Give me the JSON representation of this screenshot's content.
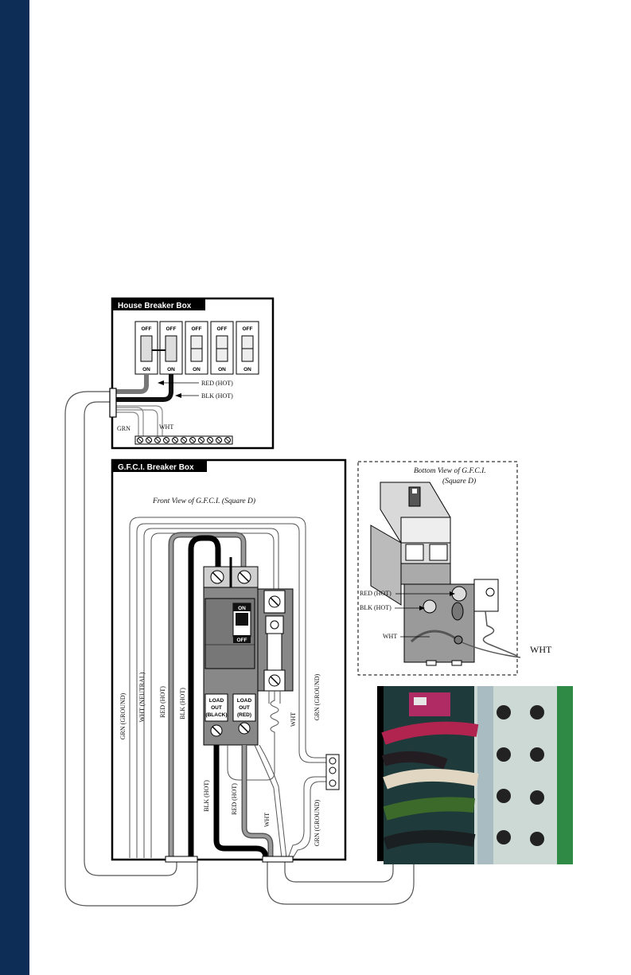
{
  "house_box": {
    "title": "House Breaker Box",
    "breakers": [
      {
        "top": "OFF",
        "bottom": "ON"
      },
      {
        "top": "OFF",
        "bottom": "ON"
      },
      {
        "top": "OFF",
        "bottom": "ON"
      },
      {
        "top": "OFF",
        "bottom": "ON"
      },
      {
        "top": "OFF",
        "bottom": "ON"
      }
    ],
    "labels": {
      "red": "RED (HOT)",
      "blk": "BLK (HOT)",
      "grn": "GRN",
      "wht": "WHT"
    }
  },
  "gfci_box": {
    "title": "G.F.C.I. Breaker Box",
    "front_caption": "Front View of G.F.C.I. (Square D)",
    "breaker_on": "ON",
    "breaker_off": "OFF",
    "load_black": [
      "LOAD",
      "OUT",
      "(BLACK)"
    ],
    "load_red": [
      "LOAD",
      "OUT",
      "(RED)"
    ],
    "wire_labels": {
      "grn_ground": "GRN (GROUND)",
      "wht_neutral": "WHT (NEUTRAL)",
      "red_hot": "RED (HOT)",
      "blk_hot": "BLK (HOT)",
      "wht": "WHT",
      "grn_ground_right": "GRN (GROUND)",
      "blk_hot_lower": "BLK (HOT)",
      "red_hot_lower": "RED (HOT)",
      "wht_lower": "WHT",
      "grn_ground_lower": "GRN (GROUND)"
    }
  },
  "bottom_view": {
    "caption_line1": "Bottom View of G.F.C.I.",
    "caption_line2": "(Square D)",
    "red_hot": "RED (HOT)",
    "blk_hot": "BLK (HOT)",
    "wht": "WHT",
    "wht_big": "WHT"
  }
}
